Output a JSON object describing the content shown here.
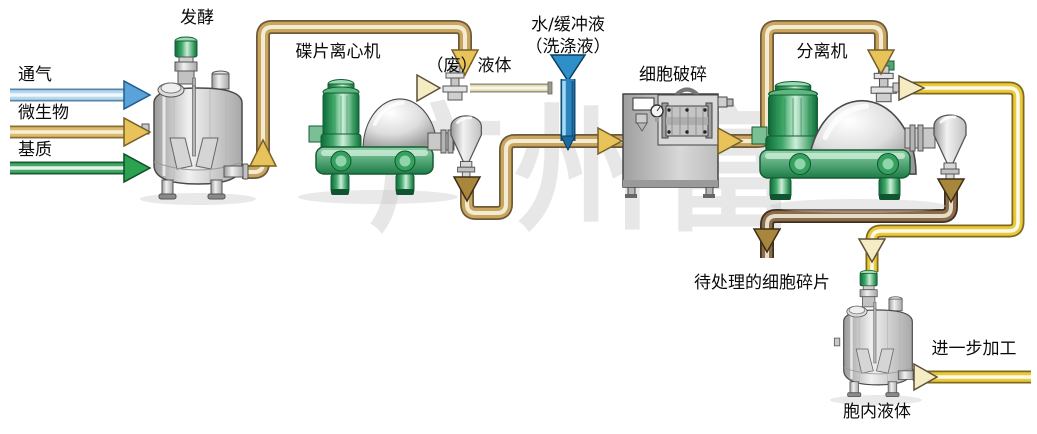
{
  "watermark": "广州富",
  "nodes": {
    "fermenter": {
      "label": "发酵"
    },
    "inputs": [
      {
        "label": "通气",
        "color": "#5aa3da"
      },
      {
        "label": "微生物",
        "color": "#eec45c"
      },
      {
        "label": "基质",
        "color": "#2ba24f"
      }
    ],
    "disc_centrifuge": {
      "label": "碟片离心机"
    },
    "waste_stream": {
      "label": "（废）液体"
    },
    "wash_stream": {
      "label_line1": "水/缓冲液",
      "label_line2": "（洗涤液）"
    },
    "cell_disruptor": {
      "label": "细胞破碎"
    },
    "separator": {
      "label": "分离机"
    },
    "debris_stream": {
      "label": "待处理的细胞碎片"
    },
    "product_tank": {
      "label": "胞内液体"
    },
    "output_stream": {
      "label": "进一步加工"
    }
  },
  "process_flow": [
    "通气 → 发酵",
    "微生物 → 发酵",
    "基质 → 发酵",
    "发酵 → 碟片离心机",
    "碟片离心机 → （废）液体",
    "水/缓冲液（洗涤液） → 细胞破碎进料管路",
    "碟片离心机固相 → 细胞破碎",
    "细胞破碎 → 分离机",
    "分离机固相 → 待处理的细胞碎片",
    "分离机液相 → 胞内液体罐",
    "胞内液体 → 进一步加工"
  ],
  "colors": {
    "pipe_tan": "#c9a55f",
    "pipe_yellow": "#ecc938",
    "pipe_brown": "#8a6b4a",
    "pipe_blue": "#2d85bd",
    "arrow_gold": "#e7c35a",
    "arrow_pale": "#f6ecc4",
    "arrow_brown": "#a8873c",
    "machine_green": "#2f9e58",
    "machine_gray": "#c9c9c9",
    "watermark_gray": "#d6d6d6"
  }
}
